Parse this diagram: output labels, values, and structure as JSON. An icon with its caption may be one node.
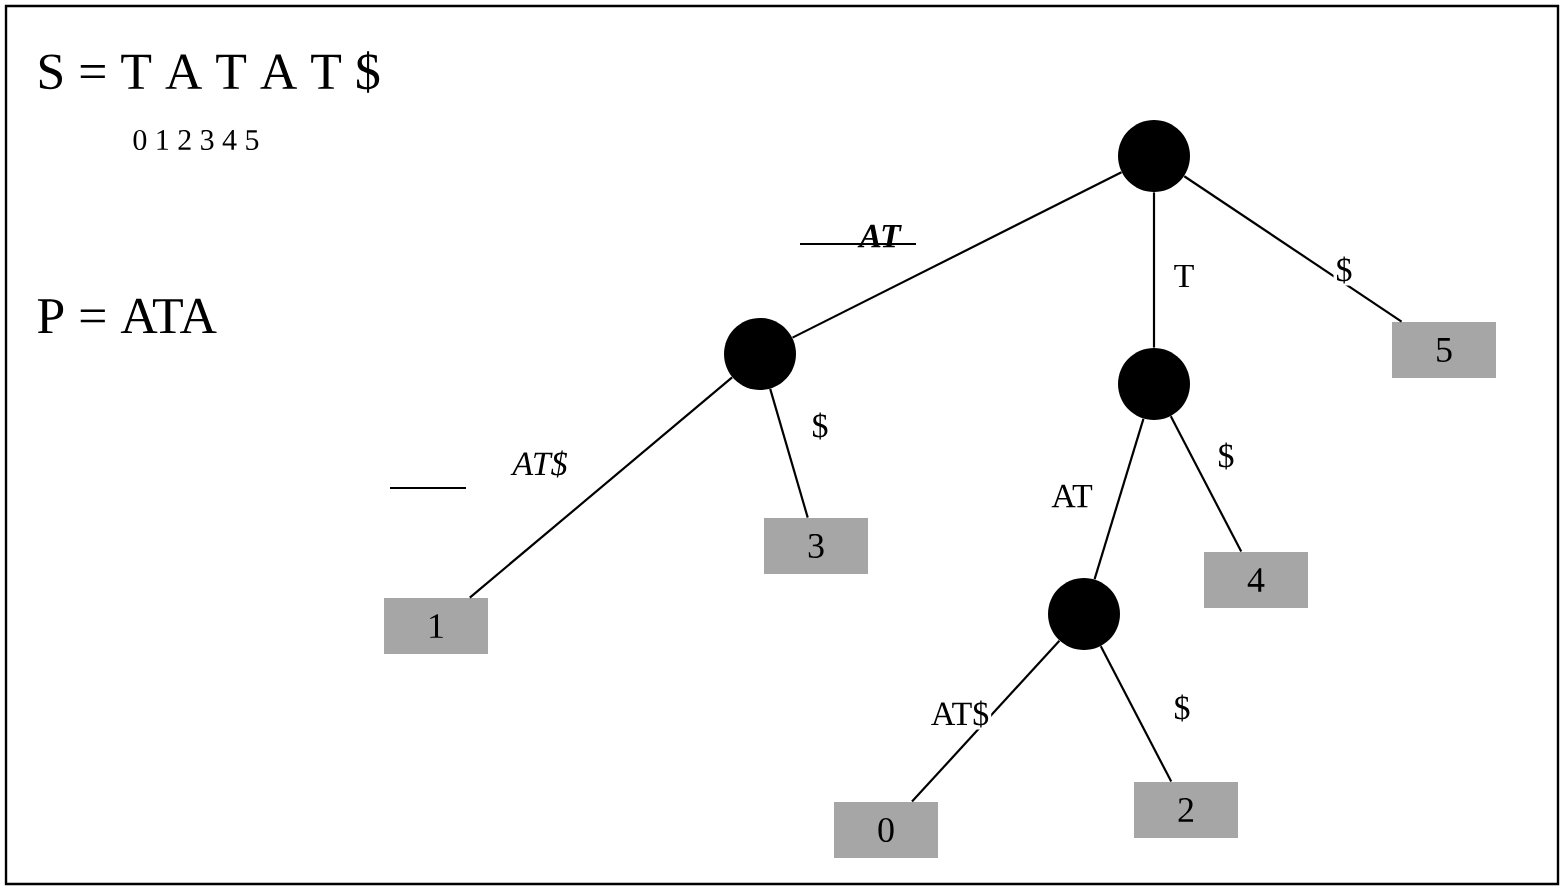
{
  "diagram": {
    "nodes": [
      {
        "text": [],
        "shape": "circle"
      },
      {
        "text": [],
        "shape": "circle"
      },
      {
        "text": [],
        "shape": "circle"
      },
      {
        "text": [
          "5"
        ]
      },
      {
        "text": [
          "3"
        ]
      },
      {
        "text": [],
        "shape": "circle"
      },
      {
        "text": [
          "1"
        ]
      },
      {
        "text": [
          "4"
        ]
      },
      {
        "text": [
          "2"
        ]
      },
      {
        "text": [
          "0"
        ]
      }
    ],
    "edges": [
      {
        "from": 0,
        "to": 1,
        "arrow": "none",
        "label": "AT"
      },
      {
        "from": 0,
        "to": 2,
        "arrow": "none",
        "label": "T"
      },
      {
        "from": 0,
        "to": 3,
        "arrow": "none",
        "label": "$"
      },
      {
        "from": 1,
        "to": 6,
        "arrow": "none",
        "label": "AT$"
      },
      {
        "from": 1,
        "to": 4,
        "arrow": "none",
        "label": "$"
      },
      {
        "from": 2,
        "to": 5,
        "arrow": "none",
        "label": "AT"
      },
      {
        "from": 2,
        "to": 7,
        "arrow": "none",
        "label": "$"
      },
      {
        "from": 5,
        "to": 9,
        "arrow": "none",
        "label": "AT$"
      },
      {
        "from": 5,
        "to": 8,
        "arrow": "none",
        "label": "$"
      }
    ],
    "labels": [
      "S = T A T A T $",
      "0 1 2 3 4 5",
      "P = ATA"
    ]
  }
}
